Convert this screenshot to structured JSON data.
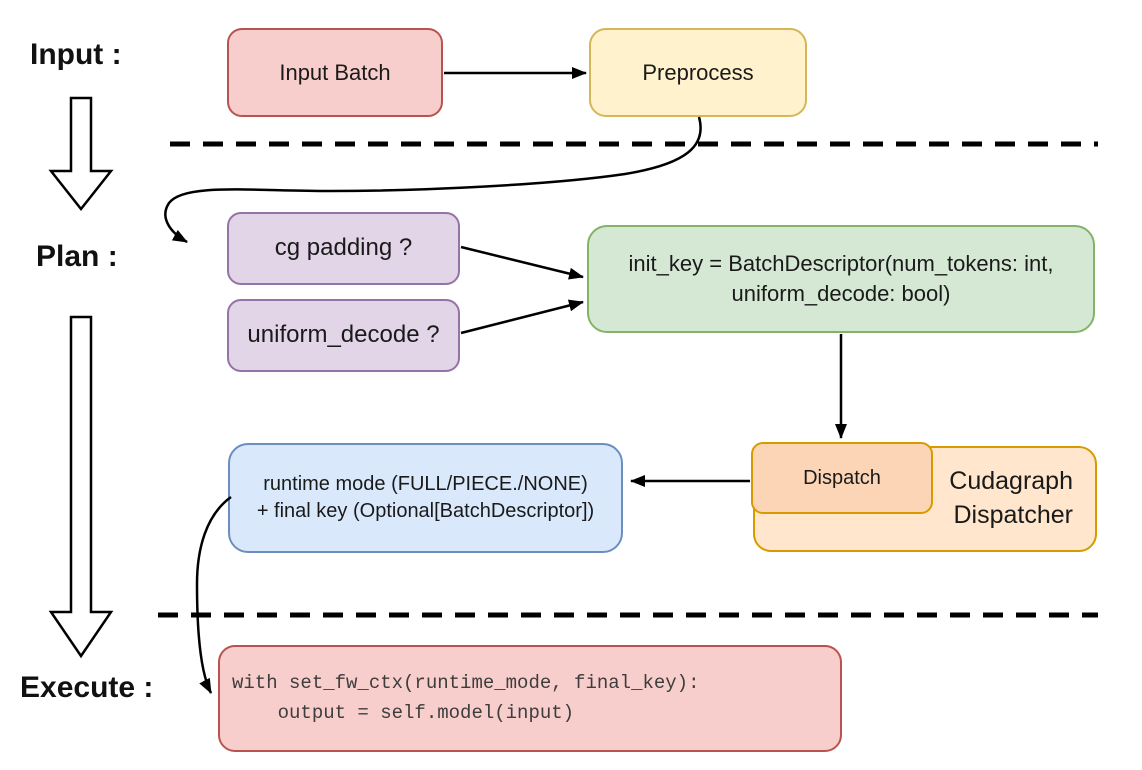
{
  "diagram": {
    "background": "#FFFFFF",
    "stages": {
      "input_label": "Input :",
      "plan_label": "Plan :",
      "execute_label": "Execute :"
    },
    "nodes": {
      "input_batch": {
        "label": "Input Batch",
        "fill": "#F8CECC",
        "stroke": "#B85450"
      },
      "preprocess": {
        "label": "Preprocess",
        "fill": "#FFF2CC",
        "stroke": "#D6B656"
      },
      "cg_padding": {
        "label": "cg padding ?",
        "fill": "#E1D5E7",
        "stroke": "#9673A6"
      },
      "uniform_decode": {
        "label": "uniform_decode ?",
        "fill": "#E1D5E7",
        "stroke": "#9673A6"
      },
      "init_key": {
        "line1": "init_key = BatchDescriptor(num_tokens: int,",
        "line2": "uniform_decode: bool)",
        "fill": "#D5E8D4",
        "stroke": "#82B366"
      },
      "runtime_result": {
        "line1": "runtime mode (FULL/PIECE./NONE)",
        "line2": "+ final key (Optional[BatchDescriptor])",
        "fill": "#DAE8FC",
        "stroke": "#6C8EBF"
      },
      "dispatch": {
        "label": "Dispatch",
        "fill": "#FBD5B5",
        "stroke": "#D79B00"
      },
      "cudagraph_dispatcher": {
        "line1": "Cudagraph",
        "line2": "Dispatcher",
        "fill": "#FFE6CC",
        "stroke": "#D79B00"
      },
      "execute_code": {
        "line1": "with set_fw_ctx(runtime_mode, final_key):",
        "line2": "    output = self.model(input)",
        "fill": "#F8CECC",
        "stroke": "#B85450"
      }
    },
    "connector_color": "#000000"
  }
}
